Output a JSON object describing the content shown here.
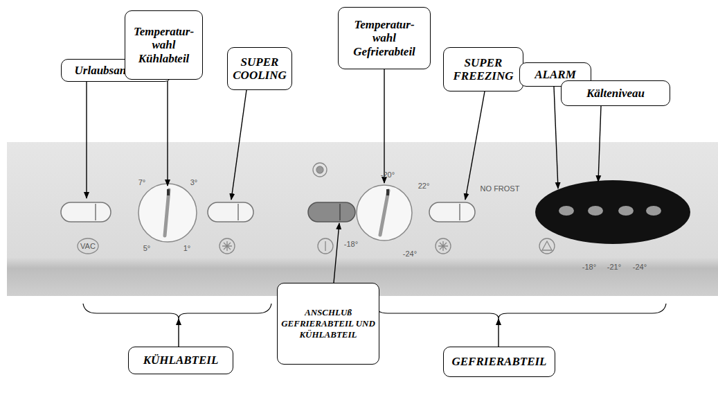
{
  "diagram": {
    "nodes": [
      {
        "text": [
          "Urlaubsanschluß"
        ]
      },
      {
        "text": [
          "Temperatur- wahl Kühlabteil"
        ]
      },
      {
        "text": [
          "SUPER COOLING"
        ]
      },
      {
        "text": [
          "Temperatur- wahl Gefrierabteil"
        ]
      },
      {
        "text": [
          "SUPER FREEZING"
        ]
      },
      {
        "text": [
          "ALARM"
        ]
      },
      {
        "text": [
          "Kälteniveau"
        ]
      },
      {
        "text": [
          "ANSCHLUß GEFRIERABTEIL UND KÜHLABTEIL"
        ]
      },
      {
        "text": [
          "KÜHLABTEIL"
        ]
      },
      {
        "text": [
          "GEFRIERABTEIL"
        ]
      }
    ],
    "labels": [
      "7°",
      "3°",
      "5°",
      "1°",
      "VAC",
      "NO FROST",
      "-20°",
      "22°",
      "-18°",
      "-24°",
      "-18°",
      "-21°",
      "-24°"
    ]
  }
}
